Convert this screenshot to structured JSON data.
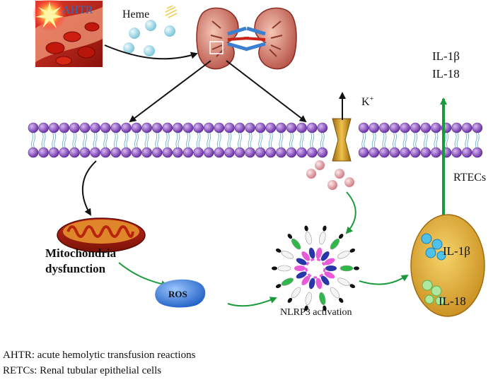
{
  "labels": {
    "ahtr": "AHTR",
    "heme": "Heme",
    "k_ion": "K",
    "k_sup": "+",
    "out_il1b": "IL-1β",
    "out_il18": "IL-18",
    "rtecs": "RTECs",
    "mito_line1": "Mitochondria",
    "mito_line2": "dysfunction",
    "ros": "ROS",
    "nlrp3": "NLRP3 activation",
    "cell_il1b": "IL-1β",
    "cell_il18": "IL-18"
  },
  "legend": {
    "line1": "AHTR: acute hemolytic transfusion reactions",
    "line2": "RETCs: Renal tubular epithelial cells"
  },
  "colors": {
    "membrane": "#8a4fc0",
    "green_arrow": "#1a9a3a",
    "ros_fill": "#3c7fd8",
    "cell_fill": "#e5b43c",
    "heme_ball": "#9fd6e4",
    "ion_ball": "#e7a2a8"
  }
}
